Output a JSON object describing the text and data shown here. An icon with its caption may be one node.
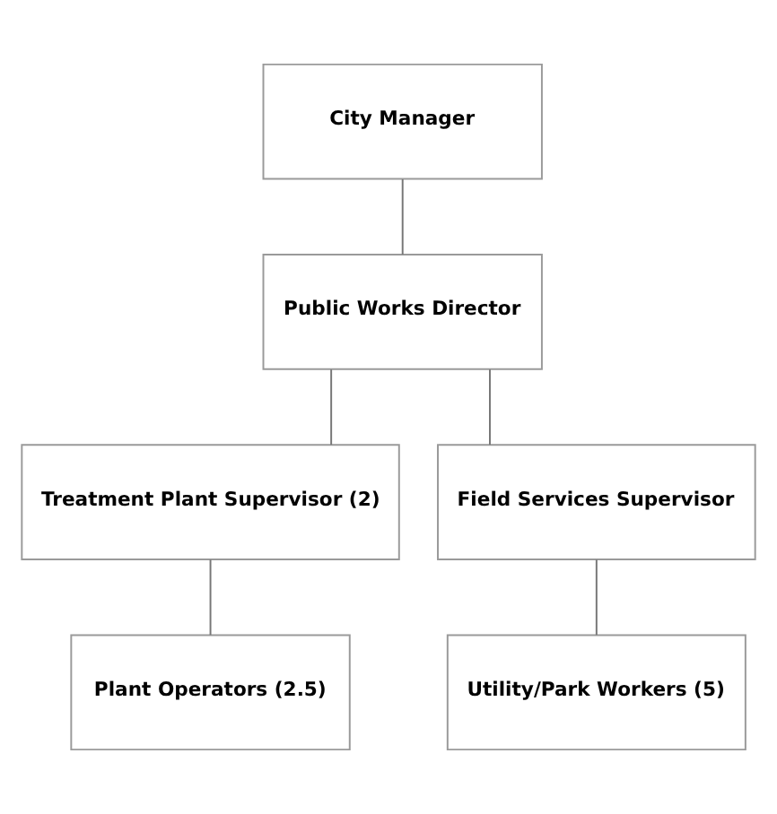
{
  "diagram": {
    "nodes": [
      {
        "text": [
          "City Manager"
        ]
      },
      {
        "text": [
          "Public Works Director"
        ]
      },
      {
        "text": [
          "Treatment Plant Supervisor (2)"
        ]
      },
      {
        "text": [
          "Field Services Supervisor"
        ]
      },
      {
        "text": [
          "Plant Operators (2.5)"
        ]
      },
      {
        "text": [
          "Utility/Park Workers (5)"
        ]
      }
    ],
    "edges": [
      {
        "from": 0,
        "to": 1,
        "arrow": "none"
      },
      {
        "from": 1,
        "to": 2,
        "arrow": "none"
      },
      {
        "from": 1,
        "to": 3,
        "arrow": "none"
      },
      {
        "from": 2,
        "to": 4,
        "arrow": "none"
      },
      {
        "from": 3,
        "to": 5,
        "arrow": "none"
      }
    ]
  }
}
